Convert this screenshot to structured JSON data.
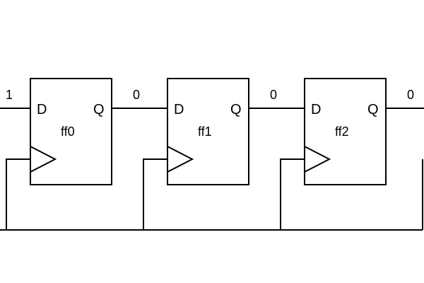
{
  "diagram": {
    "input_value": "1",
    "flip_flops": [
      {
        "name": "ff0",
        "d_label": "D",
        "q_label": "Q",
        "output_value": "0"
      },
      {
        "name": "ff1",
        "d_label": "D",
        "q_label": "Q",
        "output_value": "0"
      },
      {
        "name": "ff2",
        "d_label": "D",
        "q_label": "Q",
        "output_value": "0"
      }
    ]
  }
}
